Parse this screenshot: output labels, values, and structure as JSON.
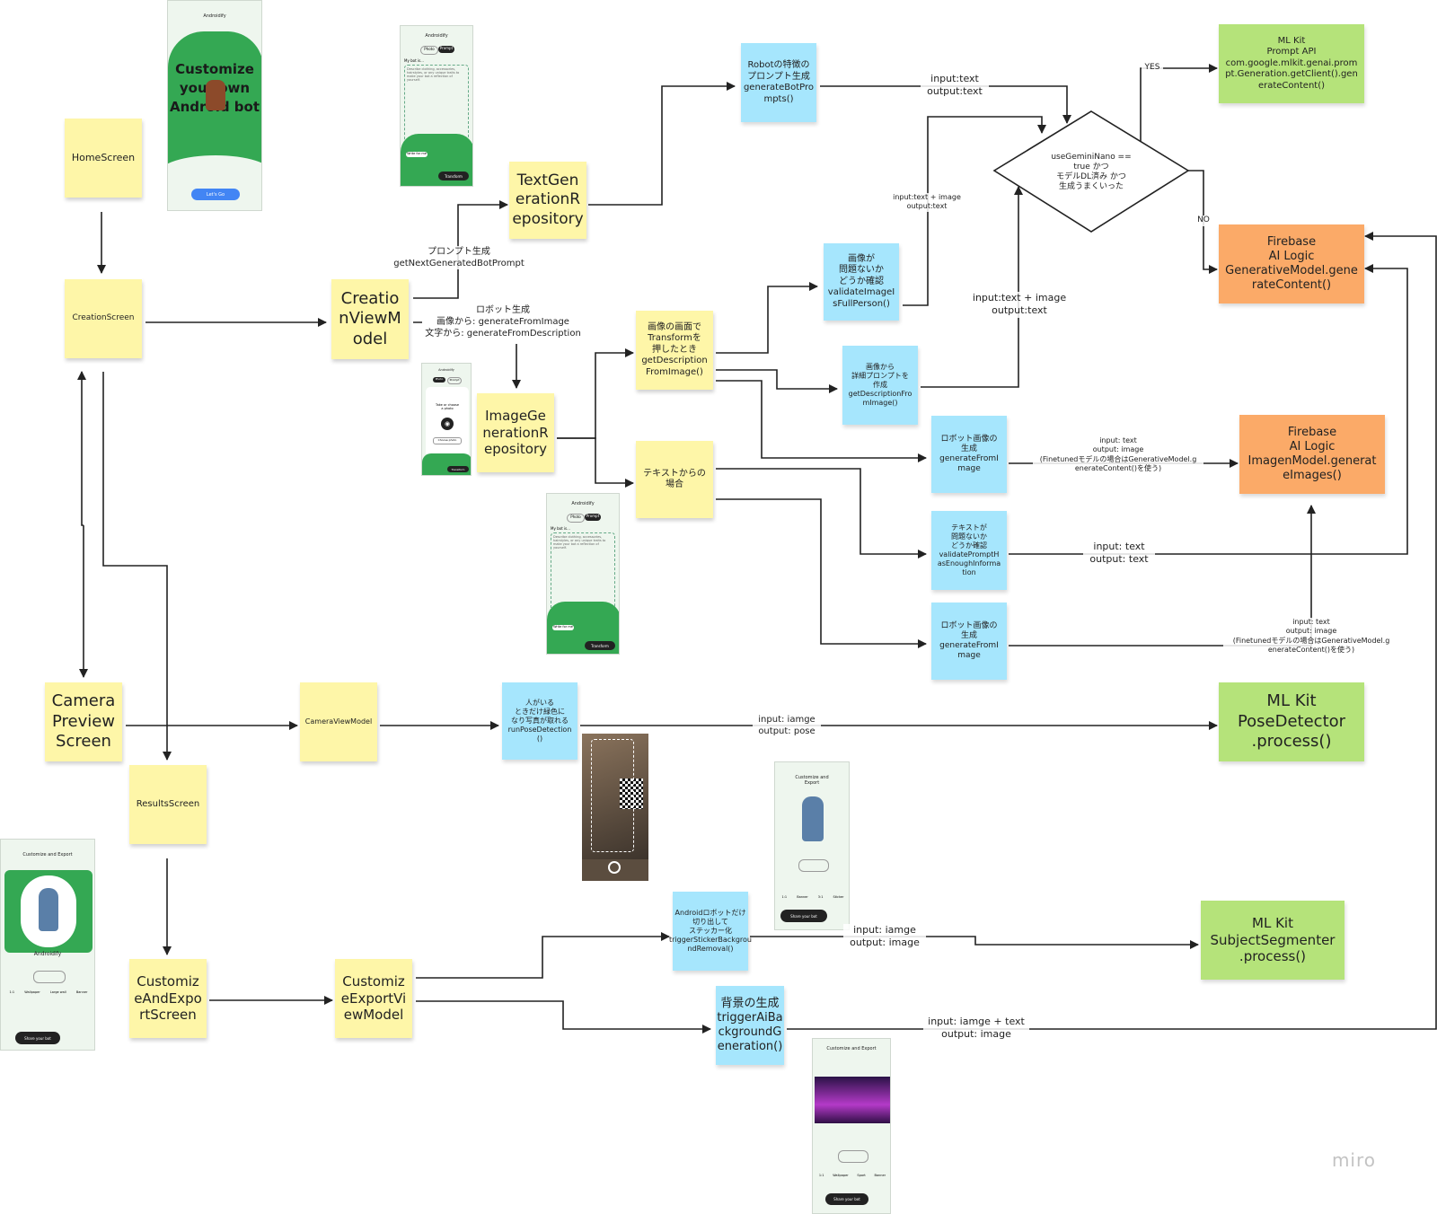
{
  "watermark": "miro",
  "nodes": {
    "home_screen": "HomeScreen",
    "creation_screen": "CreationScreen",
    "creation_viewmodel": "Creatio\nnViewM\nodel",
    "text_generation_repository": "TextGen\nerationR\nepository",
    "image_generation_repository": "ImageGe\nnerationR\nepository",
    "camera_preview_screen": "Camera\nPreview\nScreen",
    "camera_viewmodel": "CameraViewModel",
    "results_screen": "ResultsScreen",
    "customize_export_screen": "Customiz\neAndExpo\nrtScreen",
    "customize_export_viewmodel": "Customiz\neExportVi\newModel",
    "bot_prompt_generation": "Robotの特徴の\nプロンプト生成\ngenerateBotPro\nmpts()",
    "validate_full_person": "画像が\n問題ないか\nどうか確認\nvalidateImageI\nsFullPerson()",
    "transform_from_image": "画像の画面で\nTransformを\n押したとき\ngetDescription\nFromImage()",
    "detail_prompt_from_image": "画像から\n詳細プロンプトを\n作成\ngetDescriptionFro\nmImage()",
    "robot_image_generation_1": "ロボット画像の\n生成\ngenerateFromI\nmage",
    "from_text_case": "テキストからの\n場合",
    "validate_prompt": "テキストが\n問題ないか\nどうか確認\nvalidatePromptH\nasEnoughInforma\ntion",
    "robot_image_generation_2": "ロボット画像の\n生成\ngenerateFromI\nmage",
    "pose_detection": "人がいる\nときだけ緑色に\nなり写真が取れる\nrunPoseDetection\n()",
    "sticker_background_removal": "Androidロボットだけ\n切り出して\nステッカー化\ntriggerStickerBackgrou\nndRemoval()",
    "ai_background_generation": "背景の生成\ntriggerAiBa\nckgroundG\neneration()",
    "use_gemini_nano_decision": "useGeminiNano ==\ntrue かつ\nモデルDL済み かつ\n生成うまくいった",
    "mlkit_prompt_api": "ML Kit\nPrompt API\ncom.google.mlkit.genai.prom\npt.Generation.getClient().gen\nerateContent()",
    "firebase_generative_model": "Firebase\nAI Logic\nGenerativeModel.gene\nrateContent()",
    "firebase_imagen_model": "Firebase\nAI Logic\nImagenModel.generat\neImages()",
    "mlkit_pose_detector": "ML Kit\nPoseDetector\n.process()",
    "mlkit_subject_segmenter": "ML Kit\nSubjectSegmenter\n.process()"
  },
  "edge_labels": {
    "prompt_generation": "プロンプト生成\ngetNextGeneratedBotPrompt",
    "robot_generation": "ロボット生成\n画像から: generateFromImage\n文字から: generateFromDescription",
    "bot_prompt_io": "input:text\noutput:text",
    "validate_image_io": "input:text + image\noutput:text",
    "detail_prompt_io": "input:text + image\noutput:text",
    "yes": "YES",
    "no": "NO",
    "imagen_io_1": "input: text\noutput: image\n(Finetunedモデルの場合はGenerativeModel.g\nenerateContent()を使う)",
    "validate_prompt_io": "input: text\noutput: text",
    "imagen_io_2": "input: text\noutput: image\n(Finetunedモデルの場合はGenerativeModel.g\nenerateContent()を使う)",
    "pose_io": "input: iamge\noutput: pose",
    "segmenter_io": "input: iamge\noutput: image",
    "background_io": "input: iamge + text\noutput: image"
  },
  "phones": {
    "home": {
      "app": "Androidify",
      "headline": "Customize\nyour own\nAndroid bot",
      "button": "Let's Go"
    },
    "text_prompt": {
      "app": "Androidify",
      "tab1": "Photo",
      "tab2": "Prompt",
      "section": "My bot is...",
      "placeholder": "Describe clothing, accessories, hairstyles, or any unique traits to make your bot a reflection of yourself.",
      "chip": "Write for me",
      "primary": "Transform"
    },
    "photo_pick": {
      "app": "Androidify",
      "tab1": "Photo",
      "tab2": "Prompt",
      "prompt": "Take or choose a photo",
      "chip": "Choose photo",
      "primary": "Transform"
    },
    "text_prompt_2": {
      "app": "Androidify",
      "tab1": "Photo",
      "tab2": "Prompt",
      "section": "My bot is...",
      "placeholder": "Describe clothing, accessories, hairstyles, or any unique traits to make your bot a reflection of yourself.",
      "chip": "Write for me",
      "primary": "Transform"
    },
    "results": {
      "title": "Customize and Export",
      "name": "Androidify",
      "opts": [
        "1:1",
        "Wallpaper",
        "Large wall",
        "Banner"
      ],
      "share": "Share your bot"
    },
    "sticker": {
      "title": "Customize and\nExport",
      "opts": [
        "1:1",
        "Banner",
        "3:1",
        "Sticker"
      ],
      "share": "Share your bot"
    },
    "background": {
      "title": "Customize and Export",
      "opts": [
        "1:1",
        "Wallpaper",
        "Sport",
        "Banner"
      ],
      "share": "Share your bot"
    }
  }
}
